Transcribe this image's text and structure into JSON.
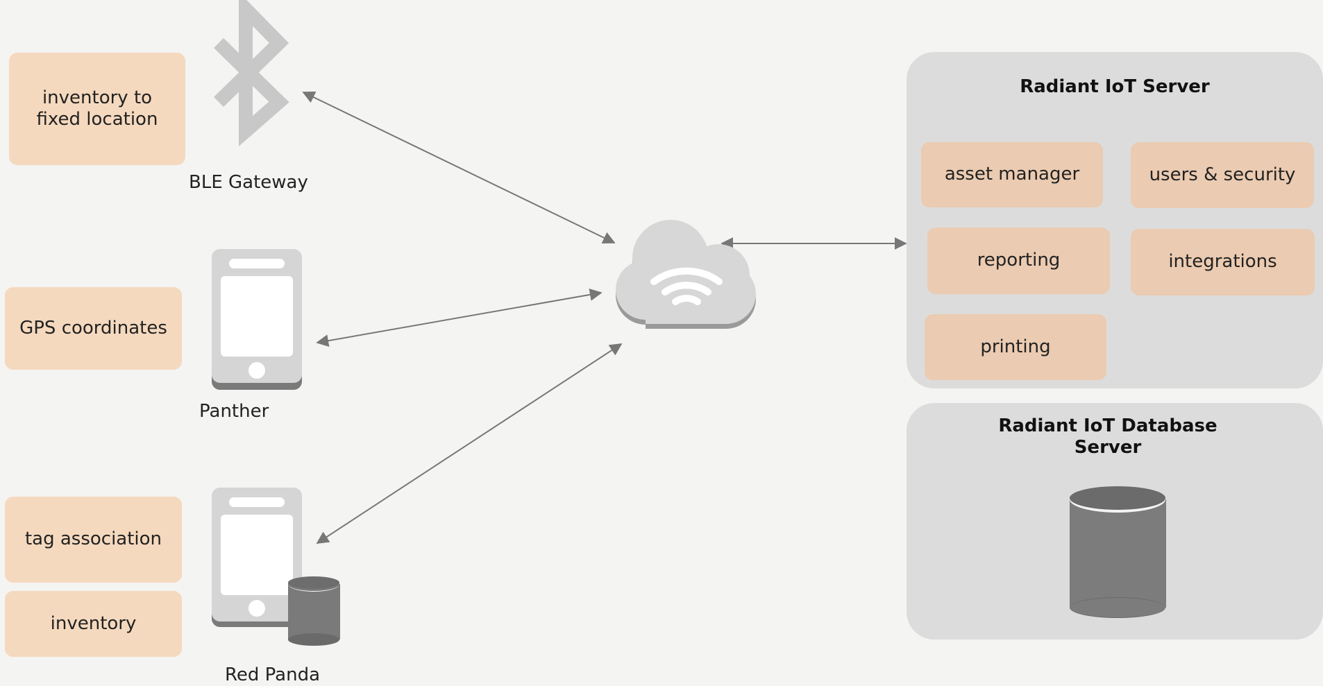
{
  "left_boxes": {
    "fixed_location": "inventory to fixed location",
    "gps": "GPS coordinates",
    "tag_association": "tag association",
    "inventory": "inventory"
  },
  "devices": {
    "ble_gateway": "BLE Gateway",
    "panther": "Panther",
    "red_panda": "Red Panda"
  },
  "server": {
    "title": "Radiant IoT Server",
    "modules": {
      "asset_manager": "asset manager",
      "users_security": "users & security",
      "reporting": "reporting",
      "integrations": "integrations",
      "printing": "printing"
    }
  },
  "database": {
    "title": "Radiant IoT Database Server"
  },
  "icons": {
    "bluetooth": "bluetooth-icon",
    "phone": "phone-icon",
    "cloud": "cloud-wifi-icon",
    "database": "database-icon"
  },
  "colors": {
    "background": "#f4f4f2",
    "feature_box": "#f5d9be",
    "module_box": "#ebcbb1",
    "panel": "#dcdcdc",
    "icon_gray": "#c8c8c8",
    "arrow": "#777777"
  }
}
